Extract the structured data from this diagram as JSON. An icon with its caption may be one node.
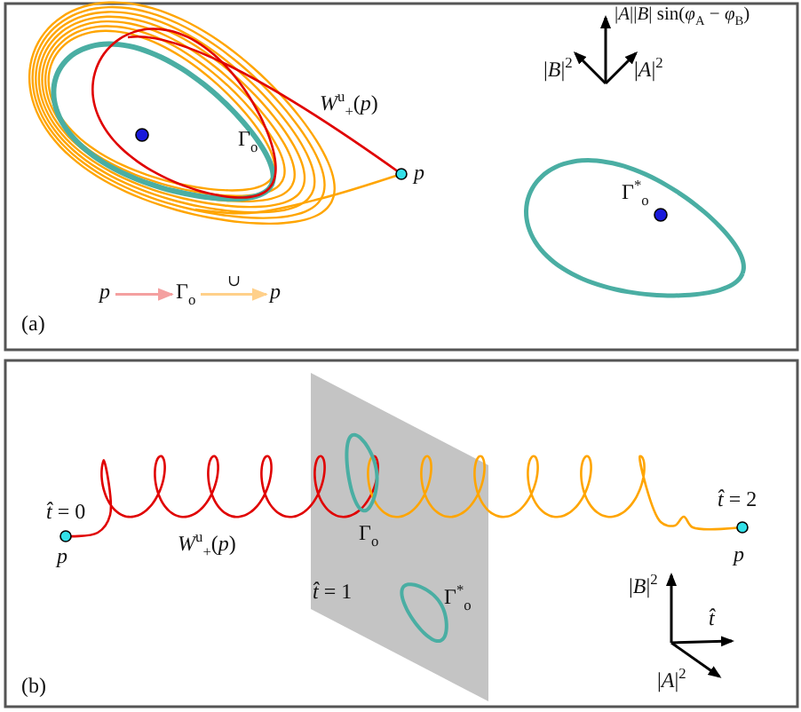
{
  "diagram": {
    "nodes": [
      {
        "text": [
          "*p*"
        ]
      },
      {
        "text": [
          "Γ$_{o}$"
        ]
      },
      {
        "text": [
          "*p*"
        ]
      }
    ],
    "edges": [
      {
        "from": 0,
        "to": 1,
        "arrow": "to",
        "color": "#f4a0a0"
      },
      {
        "from": 1,
        "to": 2,
        "arrow": "to",
        "label": "∪",
        "color": "#ffd08a"
      }
    ],
    "labels": [
      "|*A*||*B*| sin(*φ*$_{A}$ − *φ*$_{B}$)",
      "|*B*|$^{2}$",
      "|*A*|$^{2}$",
      "*W*$^{u}$$_{+}$(*p*)",
      "Γ$_{o}$",
      "*p*",
      "Γ$^{*}$$_{o}$",
      "(a)",
      "*t̂* = 0",
      "*t̂* = 2",
      "*W*$^{u}$$_{+}$(*p*)",
      "Γ$_{o}$",
      "*p*",
      "*p*",
      "*t̂* = 1",
      "Γ$^{*}$$_{o}$",
      "|*B*|$^{2}$",
      "*t̂*",
      "|*A*|$^{2}$",
      "(b)"
    ]
  }
}
